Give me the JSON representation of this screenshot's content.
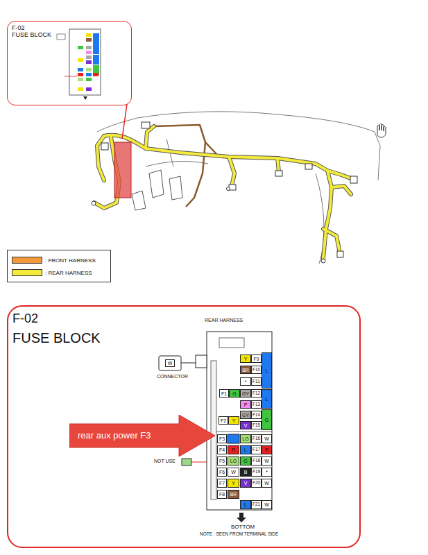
{
  "diagram": {
    "nodes": [
      {
        "text": [
          "F-02",
          "FUSE BLOCK"
        ]
      },
      {
        "text": [
          "F-02",
          "FUSE BLOCK"
        ]
      },
      {
        "text": [
          "W"
        ],
        "in": 1
      },
      {
        "text": [
          "REAR HARNESS"
        ],
        "in": 1
      },
      {
        "text": [
          "Y"
        ],
        "in": 3
      },
      {
        "text": [
          "F9"
        ],
        "in": 3
      },
      {
        "text": [
          "L"
        ],
        "in": 3
      },
      {
        "text": [
          "BR"
        ],
        "in": 3
      },
      {
        "text": [
          "F10"
        ],
        "in": 3
      },
      {
        "text": [
          "*"
        ],
        "in": 3
      },
      {
        "text": [
          "F11"
        ],
        "in": 3
      },
      {
        "text": [
          "GY"
        ],
        "in": 3
      },
      {
        "text": [
          "F12"
        ],
        "in": 3
      },
      {
        "text": [
          "L"
        ],
        "in": 3
      },
      {
        "text": [
          "F1"
        ],
        "in": 3
      },
      {
        "text": [
          "G"
        ],
        "in": 3
      },
      {
        "text": [
          "P"
        ],
        "in": 3
      },
      {
        "text": [
          "F13"
        ],
        "in": 3
      },
      {
        "text": [
          "GY"
        ],
        "in": 3
      },
      {
        "text": [
          "F14"
        ],
        "in": 3
      },
      {
        "text": [
          "G"
        ],
        "in": 3
      },
      {
        "text": [
          "F2"
        ],
        "in": 3
      },
      {
        "text": [
          "Y"
        ],
        "in": 3
      },
      {
        "text": [
          "V"
        ],
        "in": 3
      },
      {
        "text": [
          "F15"
        ],
        "in": 3
      },
      {
        "text": [
          "F3"
        ],
        "in": 3
      },
      {
        "text": [
          "LG"
        ],
        "in": 3
      },
      {
        "text": [
          "F16"
        ],
        "in": 3
      },
      {
        "text": [
          "W"
        ],
        "in": 3
      },
      {
        "text": [
          "F4"
        ],
        "in": 3
      },
      {
        "text": [
          "R"
        ],
        "in": 3
      },
      {
        "text": [
          "L"
        ],
        "in": 3
      },
      {
        "text": [
          "F17"
        ],
        "in": 3
      },
      {
        "text": [
          "R"
        ],
        "in": 3
      },
      {
        "text": [
          "F5"
        ],
        "in": 3
      },
      {
        "text": [
          "LG"
        ],
        "in": 3
      },
      {
        "text": [
          "G"
        ],
        "in": 3
      },
      {
        "text": [
          "F18"
        ],
        "in": 3
      },
      {
        "text": [
          "W"
        ],
        "in": 3
      },
      {
        "text": [
          "F6"
        ],
        "in": 3
      },
      {
        "text": [
          "W"
        ],
        "in": 3
      },
      {
        "text": [
          "B"
        ],
        "in": 3
      },
      {
        "text": [
          "F19"
        ],
        "in": 3
      },
      {
        "text": [
          "*"
        ],
        "in": 3
      },
      {
        "text": [
          "F7"
        ],
        "in": 3
      },
      {
        "text": [
          "Y"
        ],
        "in": 3
      },
      {
        "text": [
          "V"
        ],
        "in": 3
      },
      {
        "text": [
          "F20"
        ],
        "in": 3
      },
      {
        "text": [
          "W"
        ],
        "in": 3
      },
      {
        "text": [
          "F8"
        ],
        "in": 3
      },
      {
        "text": [
          "BR"
        ],
        "in": 3
      },
      {
        "text": [
          "L"
        ],
        "in": 3
      },
      {
        "text": [
          "F21"
        ],
        "in": 3
      },
      {
        "text": [
          "W"
        ],
        "in": 3
      },
      {
        "text": [
          "rear aux power F3"
        ],
        "in": 1
      }
    ],
    "labels": [
      "CONNECTOR",
      "NOT USE",
      "BOTTOM",
      "NOTE : SEEN FROM TERMINAL SIDE"
    ],
    "legend": [
      {
        "text": ": FRONT HARNESS",
        "color": "#f29a3a"
      },
      {
        "text": ": REAR HARNESS",
        "color": "#f3ea3c"
      }
    ]
  }
}
